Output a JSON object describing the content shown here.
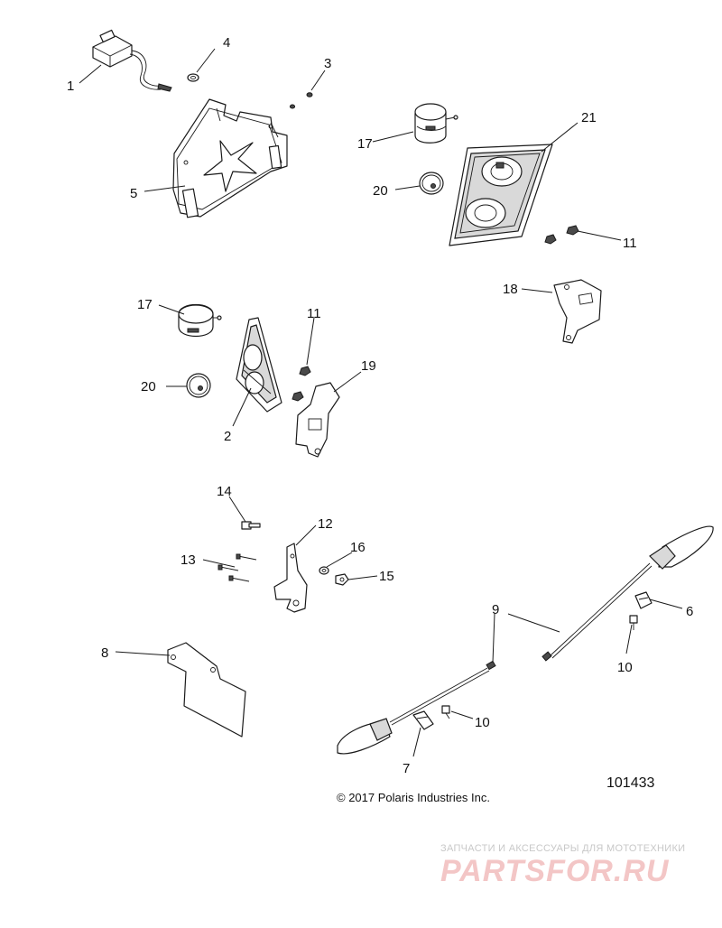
{
  "callouts": [
    {
      "id": "c1",
      "label": "1"
    },
    {
      "id": "c2",
      "label": "2"
    },
    {
      "id": "c3",
      "label": "3"
    },
    {
      "id": "c4",
      "label": "4"
    },
    {
      "id": "c5",
      "label": "5"
    },
    {
      "id": "c6",
      "label": "6"
    },
    {
      "id": "c7",
      "label": "7"
    },
    {
      "id": "c8",
      "label": "8"
    },
    {
      "id": "c9",
      "label": "9"
    },
    {
      "id": "c10a",
      "label": "10"
    },
    {
      "id": "c10b",
      "label": "10"
    },
    {
      "id": "c11a",
      "label": "11"
    },
    {
      "id": "c11b",
      "label": "11"
    },
    {
      "id": "c12",
      "label": "12"
    },
    {
      "id": "c13",
      "label": "13"
    },
    {
      "id": "c14",
      "label": "14"
    },
    {
      "id": "c15",
      "label": "15"
    },
    {
      "id": "c16",
      "label": "16"
    },
    {
      "id": "c17a",
      "label": "17"
    },
    {
      "id": "c17b",
      "label": "17"
    },
    {
      "id": "c18",
      "label": "18"
    },
    {
      "id": "c19",
      "label": "19"
    },
    {
      "id": "c20a",
      "label": "20"
    },
    {
      "id": "c20b",
      "label": "20"
    },
    {
      "id": "c21",
      "label": "21"
    }
  ],
  "footer": {
    "copyright": "© 2017 Polaris Industries Inc.",
    "document_number": "101433"
  },
  "watermark": {
    "tagline": "ЗАПЧАСТИ И АКСЕССУАРЫ ДЛЯ МОТОТЕХНИКИ",
    "logo": "PARTSFOR.RU"
  }
}
